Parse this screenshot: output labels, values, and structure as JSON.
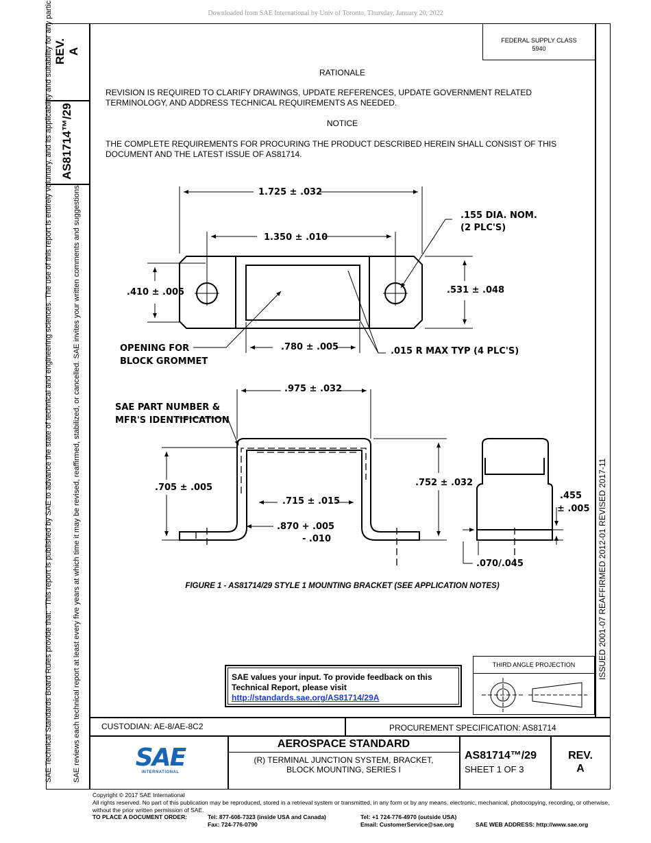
{
  "header": {
    "download_notice": "Downloaded from SAE International by Univ of Toronto, Thursday, January 20, 2022"
  },
  "margin": {
    "rev_label": "REV.",
    "rev_value": "A",
    "doc_number": "AS81714™/29",
    "board_rules": "SAE Technical Standards Board Rules provide that: \"This report is published by SAE to advance the state of technical and engineering sciences. The use of this report is entirely voluntary, and its applicability and suitability for any particular use, including any patent infringement arising therefrom, is the sole responsibility of the user.\"",
    "review_note": "SAE reviews each technical report at least every five years at which time it may be revised, reaffirmed, stabilized, or cancelled. SAE invites your written comments and suggestions.",
    "dates": "ISSUED 2001-07   REAFFIRMED 2012-01   REVISED 2017-11"
  },
  "federal_supply": {
    "label": "FEDERAL SUPPLY CLASS",
    "value": "5940"
  },
  "rationale": {
    "heading": "RATIONALE",
    "text": "REVISION IS REQUIRED TO CLARIFY DRAWINGS, UPDATE REFERENCES, UPDATE GOVERNMENT RELATED TERMINOLOGY, AND ADDRESS TECHNICAL REQUIREMENTS AS NEEDED."
  },
  "notice": {
    "heading": "NOTICE",
    "text": "THE COMPLETE REQUIREMENTS FOR PROCURING THE PRODUCT DESCRIBED HEREIN SHALL CONSIST OF THIS DOCUMENT AND THE LATEST ISSUE OF AS81714."
  },
  "drawing": {
    "dims": {
      "overall_length": "1.725 ± .032",
      "hole_spacing": "1.350 ± .010",
      "hole_dia": ".155 DIA. NOM.",
      "hole_count": "(2 PLC'S)",
      "left_height": ".410 ± .005",
      "right_height": ".531 ± .048",
      "opening_width": ".780 ± .005",
      "corner_radius": ".015 R MAX TYP (4 PLC'S)",
      "opening_label_1": "OPENING FOR",
      "opening_label_2": "BLOCK GROMMET",
      "top_width": ".975 ± .032",
      "part_number_1": "SAE PART NUMBER &",
      "part_number_2": "MFR'S IDENTIFICATION",
      "side_height": ".705 ± .005",
      "inner_width": ".715 ± .015",
      "base_a": ".870 + .005",
      "base_b": "- .010",
      "total_height": ".752 ± .032",
      "end_height_a": ".455",
      "end_height_b": "± .005",
      "thickness": ".070/.045"
    },
    "caption": "FIGURE 1 - AS81714/29 STYLE 1 MOUNTING BRACKET (SEE APPLICATION NOTES)"
  },
  "feedback": {
    "text": "SAE values your input. To provide feedback on this Technical Report, please visit",
    "link": "http://standards.sae.org/AS81714/29A"
  },
  "projection": {
    "label": "THIRD ANGLE PROJECTION"
  },
  "title_block": {
    "custodian": "CUSTODIAN: AE-8/AE-8C2",
    "procurement": "PROCUREMENT SPECIFICATION: AS81714",
    "logo_text": "SAE",
    "logo_sub": "INTERNATIONAL",
    "standard": "AEROSPACE STANDARD",
    "title_1": "(R) TERMINAL JUNCTION SYSTEM, BRACKET,",
    "title_2": "BLOCK MOUNTING, SERIES I",
    "doc_number": "AS81714™/29",
    "sheet": "SHEET 1 OF 3",
    "rev_label": "REV.",
    "rev_value": "A"
  },
  "footer": {
    "copyright": "Copyright © 2017 SAE International",
    "rights": "All rights reserved. No part of this publication may be reproduced, stored in a retrieval system or transmitted, in any form or by any means, electronic, mechanical, photocopying, recording, or otherwise, without the prior written permission of SAE.",
    "order_label": "TO PLACE A DOCUMENT ORDER:",
    "tel_usa": "Tel: 877-606-7323 (inside USA and Canada)",
    "tel_outside": "Tel: +1 724-776-4970 (outside USA)",
    "fax": "Fax: 724-776-0790",
    "email": "Email: CustomerService@sae.org",
    "web": "SAE WEB ADDRESS: http://www.sae.org"
  }
}
